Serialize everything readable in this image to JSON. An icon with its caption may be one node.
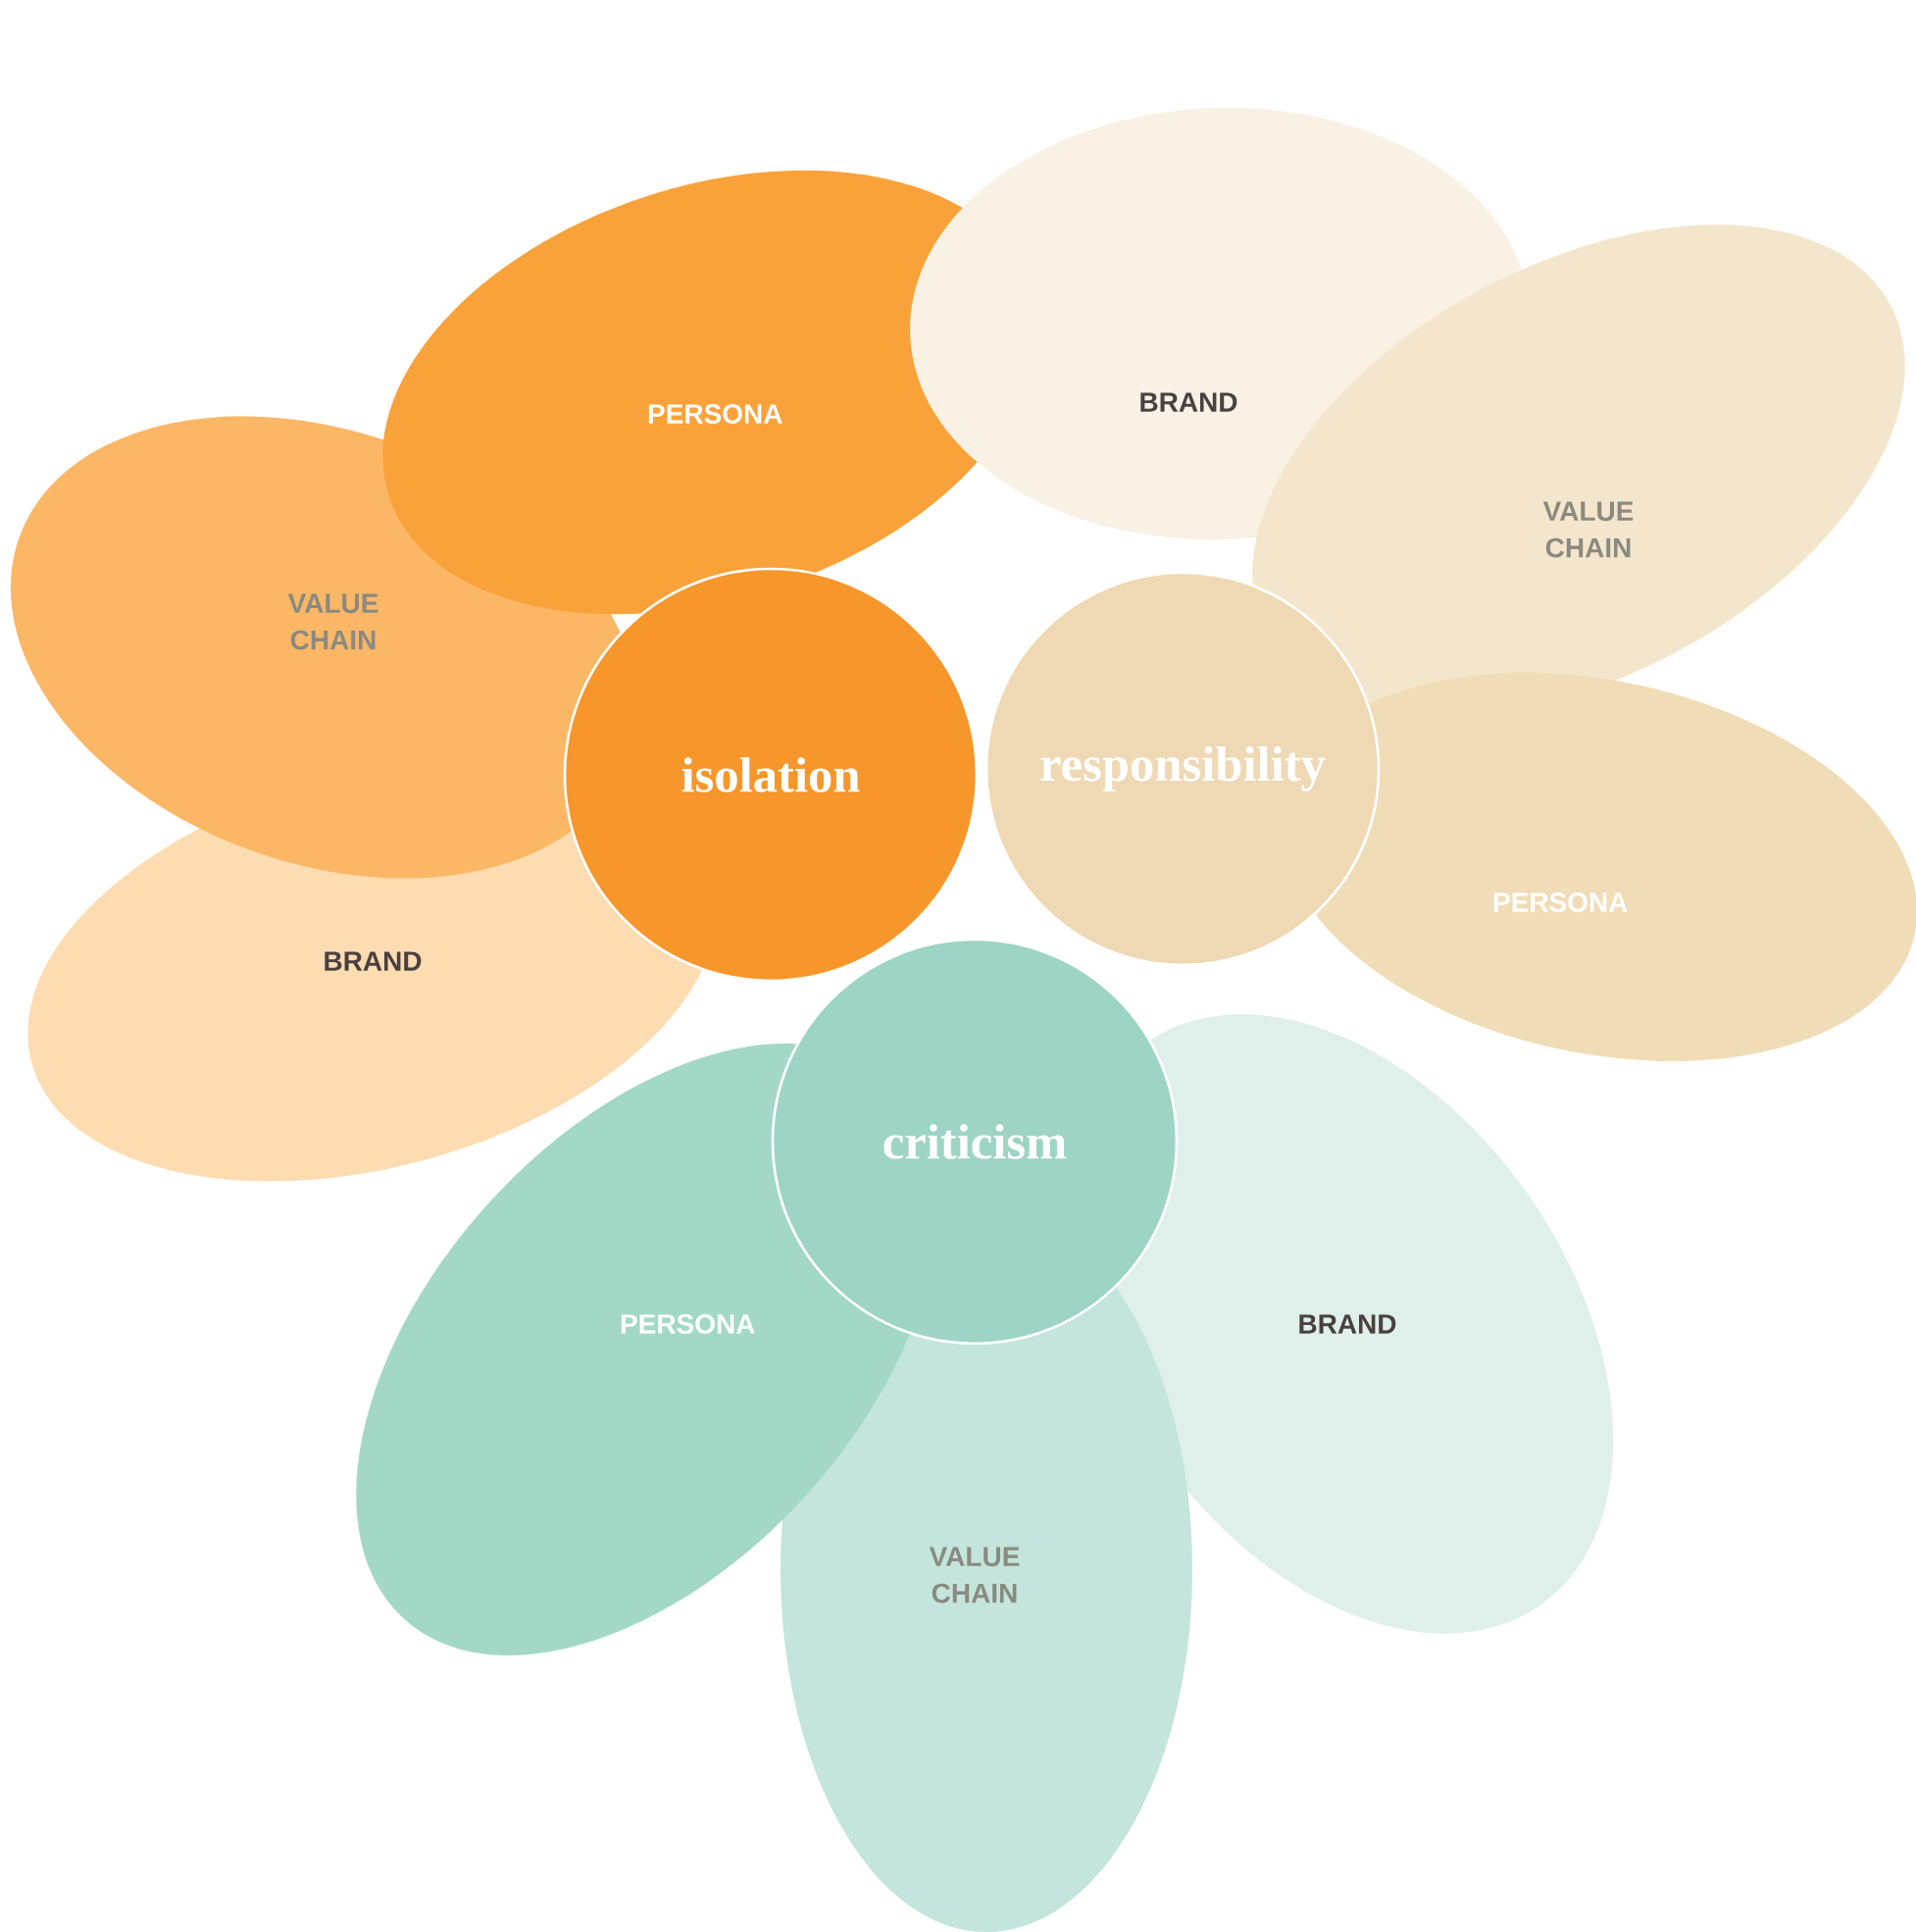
{
  "diagram": {
    "nodes": [
      {
        "text": [
          "isolation"
        ]
      },
      {
        "text": [
          "PERSONA"
        ]
      },
      {
        "text": [
          "VALUE CHAIN"
        ]
      },
      {
        "text": [
          "BRAND"
        ]
      },
      {
        "text": [
          "responsibility"
        ]
      },
      {
        "text": [
          "BRAND"
        ]
      },
      {
        "text": [
          "VALUE CHAIN"
        ]
      },
      {
        "text": [
          "PERSONA"
        ]
      },
      {
        "text": [
          "criticism"
        ]
      },
      {
        "text": [
          "PERSONA"
        ]
      },
      {
        "text": [
          "VALUE CHAIN"
        ]
      },
      {
        "text": [
          "BRAND"
        ]
      }
    ]
  }
}
